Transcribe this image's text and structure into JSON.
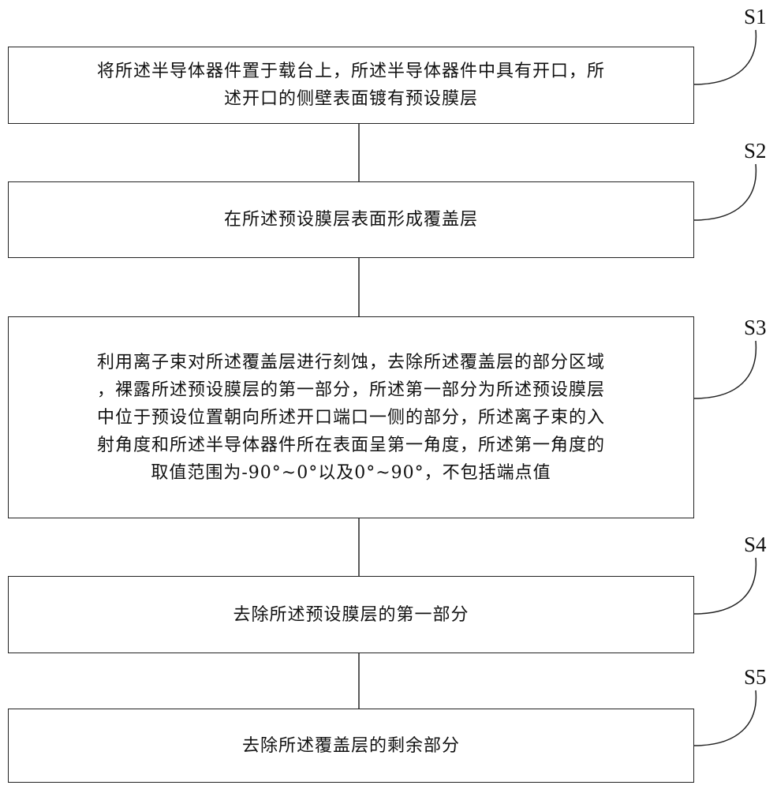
{
  "steps": [
    {
      "label": "S1",
      "text": "将所述半导体器件置于载台上，所述半导体器件中具有开口，所\n述开口的侧壁表面镀有预设膜层"
    },
    {
      "label": "S2",
      "text": "在所述预设膜层表面形成覆盖层"
    },
    {
      "label": "S3",
      "text": "利用离子束对所述覆盖层进行刻蚀，去除所述覆盖层的部分区域\n，裸露所述预设膜层的第一部分，所述第一部分为所述预设膜层\n中位于预设位置朝向所述开口端口一侧的部分，所述离子束的入\n射角度和所述半导体器件所在表面呈第一角度，所述第一角度的\n取值范围为-90°~0°以及0°~90°，不包括端点值"
    },
    {
      "label": "S4",
      "text": "去除所述预设膜层的第一部分"
    },
    {
      "label": "S5",
      "text": "去除所述覆盖层的剩余部分"
    }
  ]
}
